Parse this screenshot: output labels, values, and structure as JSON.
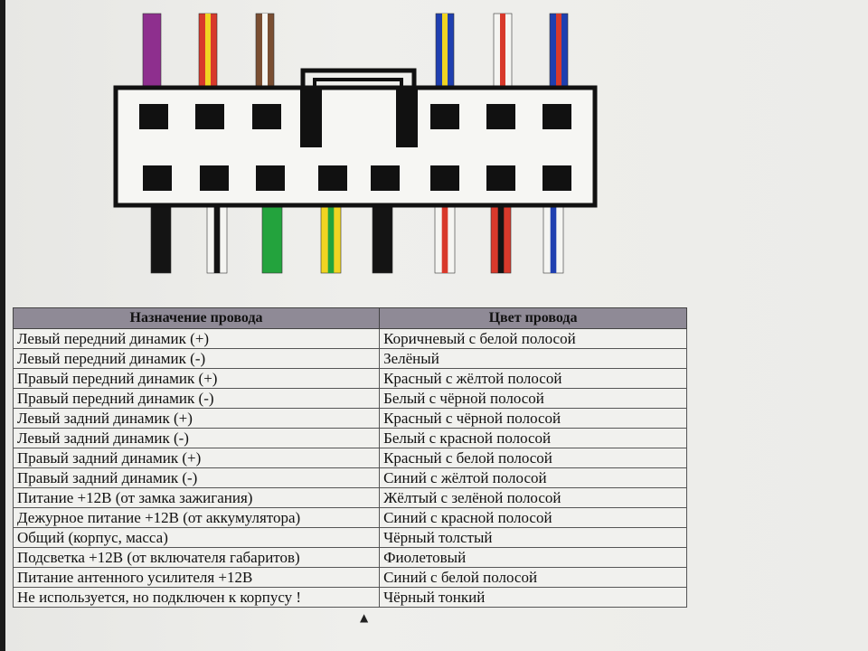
{
  "colors": {
    "purple": "#8e2f8e",
    "red": "#d8392b",
    "yellow": "#f0d422",
    "brown": "#7a4e32",
    "white": "#f5f5f2",
    "blue": "#1f3fb0",
    "black": "#141414",
    "green": "#23a33d",
    "connector_outline": "#111111",
    "table_header": "#8f8a96"
  },
  "connector": {
    "top_wires": [
      {
        "base": "purple",
        "stripe": ""
      },
      {
        "base": "red",
        "stripe": "yellow"
      },
      {
        "base": "brown",
        "stripe": "white"
      },
      {
        "base": "blue",
        "stripe": "yellow"
      },
      {
        "base": "white",
        "stripe": "red"
      },
      {
        "base": "blue",
        "stripe": "red"
      }
    ],
    "bottom_wires": [
      {
        "base": "black",
        "stripe": ""
      },
      {
        "base": "white",
        "stripe": "black"
      },
      {
        "base": "green",
        "stripe": ""
      },
      {
        "base": "yellow",
        "stripe": "green"
      },
      {
        "base": "black",
        "stripe": ""
      },
      {
        "base": "white",
        "stripe": "red"
      },
      {
        "base": "red",
        "stripe": "black"
      },
      {
        "base": "white",
        "stripe": "blue"
      }
    ]
  },
  "table": {
    "headers": [
      "Назначение провода",
      "Цвет провода"
    ],
    "rows": [
      [
        "Левый передний динамик (+)",
        "Коричневый с белой полосой"
      ],
      [
        "Левый передний динамик (-)",
        "Зелёный"
      ],
      [
        "Правый передний динамик (+)",
        "Красный с жёлтой полосой"
      ],
      [
        "Правый передний динамик (-)",
        "Белый с чёрной полосой"
      ],
      [
        "Левый задний динамик (+)",
        "Красный с чёрной полосой"
      ],
      [
        "Левый задний динамик (-)",
        "Белый с красной полосой"
      ],
      [
        "Правый задний динамик (+)",
        "Красный с белой полосой"
      ],
      [
        "Правый задний динамик (-)",
        "Синий с жёлтой полосой"
      ],
      [
        "Питание +12В (от замка зажигания)",
        "Жёлтый с зелёной полосой"
      ],
      [
        "Дежурное питание +12В (от аккумулятора)",
        "Синий с красной полосой"
      ],
      [
        "Общий (корпус, масса)",
        "Чёрный толстый"
      ],
      [
        "Подсветка +12В (от включателя габаритов)",
        "Фиолетовый"
      ],
      [
        "Питание антенного усилителя +12В",
        "Синий с белой полосой"
      ],
      [
        "Не используется, но подключен к корпусу !",
        "Чёрный тонкий"
      ]
    ]
  }
}
